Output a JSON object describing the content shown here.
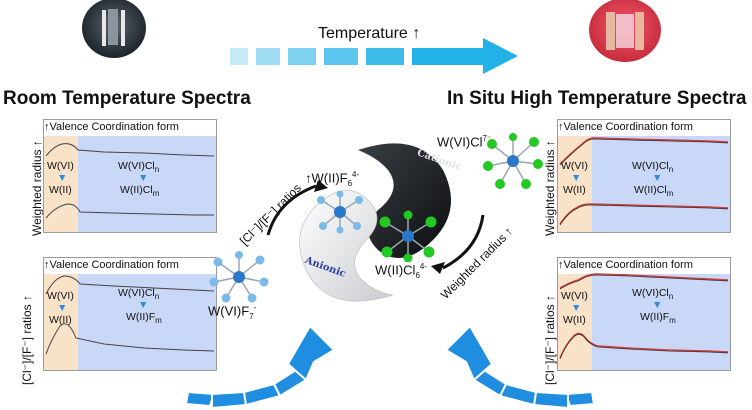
{
  "top": {
    "temperature_label": "Temperature ↑"
  },
  "titles": {
    "left": "Room Temperature Spectra",
    "right": "In Situ High Temperature Spectra"
  },
  "panel_text": {
    "valence_coord": "↑Valence Coordination form",
    "wvi": "W(VI)",
    "wii": "W(II)",
    "wvicln_base": "W(VI)Cl",
    "wiiclm_base": "W(II)Cl",
    "wiifm_base": "W(II)F",
    "sub_n": "n",
    "sub_m": "m"
  },
  "axis_labels": {
    "weighted_radius": "Weighted radius ↑",
    "ratios": "[Cl⁻]/[F⁻] ratios ↑"
  },
  "center": {
    "wvicl7": "W(VI)Cl",
    "wvicl7_sup": "7⁻",
    "wiif6": "↑W(II)F",
    "wiif6_sup": "4-",
    "wiif6_sub": "6",
    "wiicl6": "W(II)Cl",
    "wiicl6_sup": "4-",
    "wiicl6_sub": "6",
    "wvif7": "W(VI)F",
    "wvif7_sup": "-",
    "wvif7_sub": "7",
    "ratios_diag": "[Cl⁻]/[F⁻] ratios",
    "radius_diag": "Weighted radius ↑",
    "cationic": "Cationic",
    "anionic": "Anionic"
  },
  "colors": {
    "arrow_blue": "#1a8fe0",
    "panel_blue": "#c9d8f6",
    "panel_orange": "#f8e2c8",
    "fluorine_green": "#22c922",
    "fluorine_blue": "#7ab9e8",
    "tungsten": "#2a78c8",
    "fit_red": "#d23a3a"
  }
}
